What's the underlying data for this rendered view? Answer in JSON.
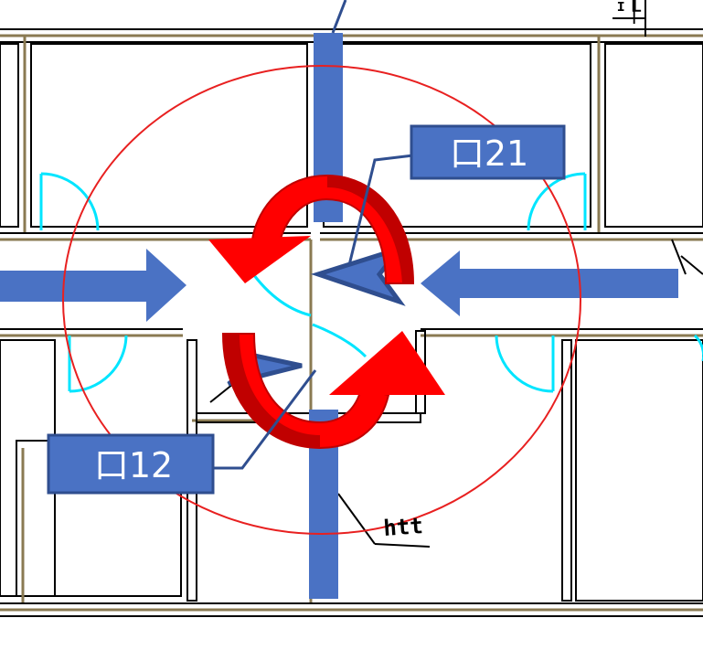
{
  "labels": {
    "tag_upper": "口21",
    "tag_lower": "口12",
    "room_tag": "htt",
    "corner_tag": "ᴵ┞"
  },
  "colors": {
    "wall_black": "#000000",
    "wall_fill": "#8a7a52",
    "door_swing": "#00e5ff",
    "block_blue": "#4a72c4",
    "tag_border": "#2f4e8f",
    "leader_line": "#2f4e8f",
    "circle_red": "#e82020",
    "rotate_red": "#ff0000",
    "rotate_dark_red": "#c00000"
  }
}
